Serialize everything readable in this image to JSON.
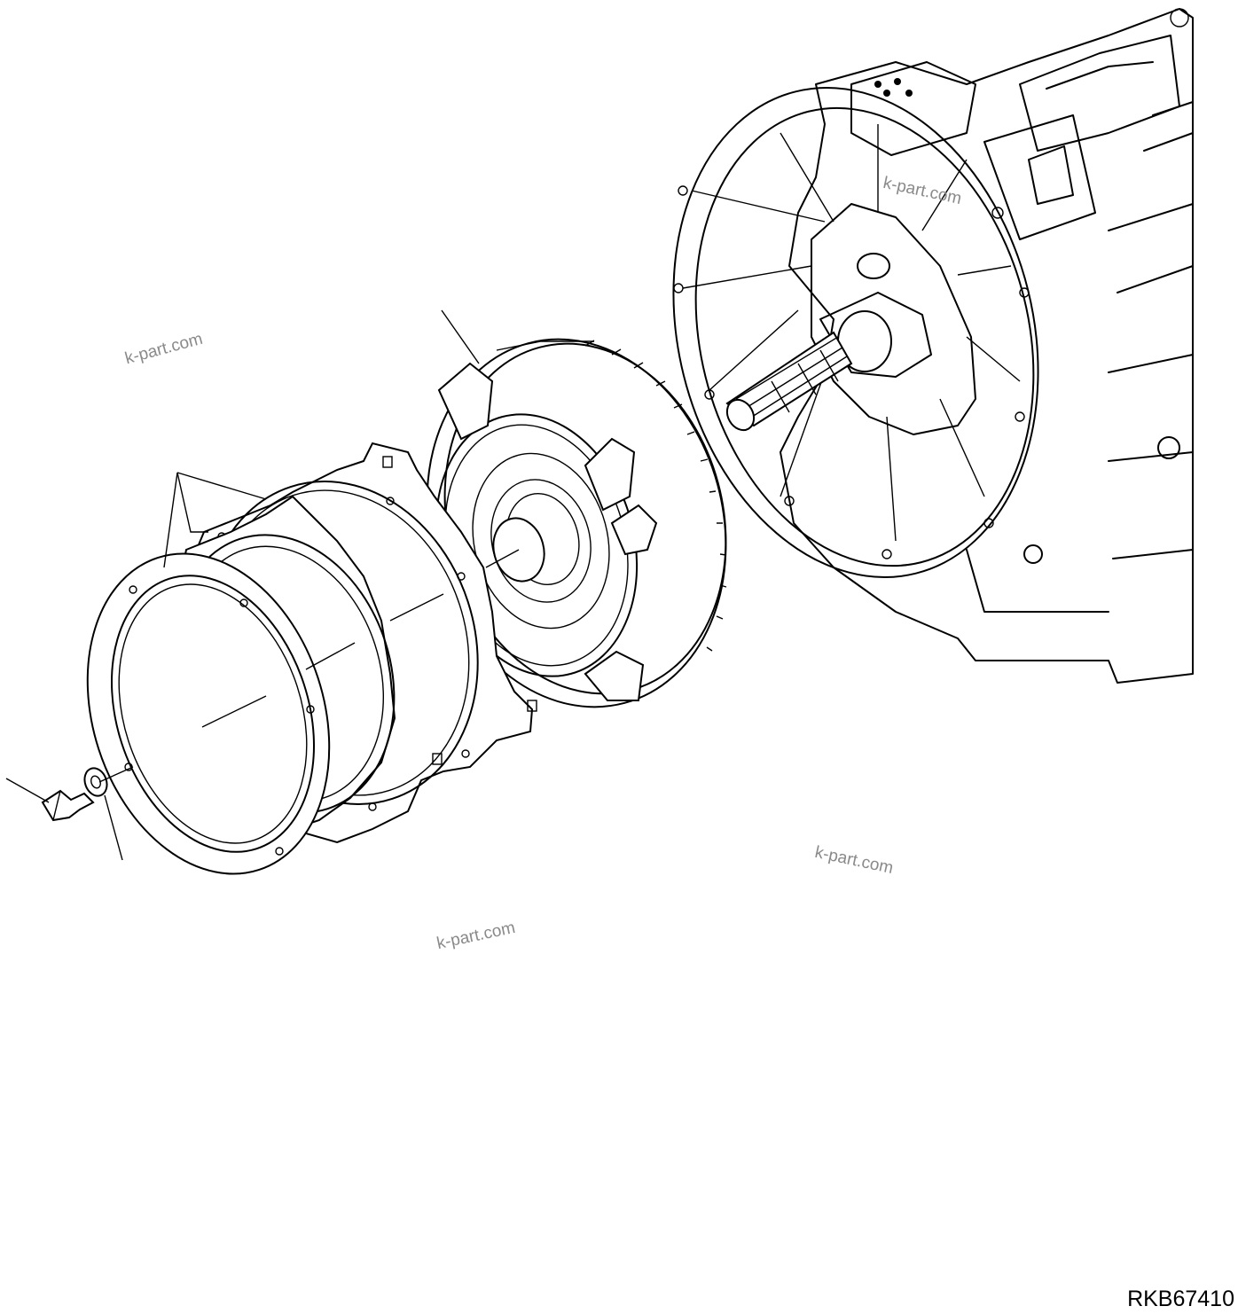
{
  "diagram": {
    "reference_code": "RKB67410",
    "watermarks": [
      "k-part.com",
      "k-part.com",
      "k-part.com",
      "k-part.com"
    ]
  }
}
